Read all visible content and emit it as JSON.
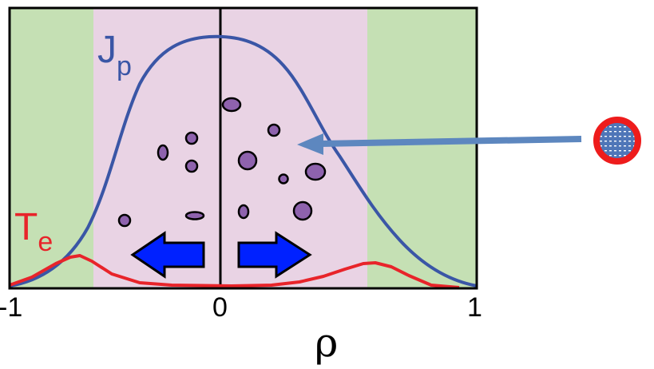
{
  "labels": {
    "current": "J",
    "current_sub": "p",
    "temperature": "T",
    "temperature_sub": "e",
    "x_axis": "ρ"
  },
  "ticks": [
    "-1",
    "0",
    "1"
  ],
  "regions": [
    "edge-left",
    "core",
    "edge-right"
  ],
  "colors": {
    "edge": "#c5e0b4",
    "core": "#e9d3e4",
    "current_curve": "#3a56a6",
    "temperature_curve": "#e8242a",
    "impurity": "#8e62ad",
    "arrow_inject": "#5d87bf",
    "arrow_expand": "#0021ff",
    "pellet_ring": "#ee1c1c",
    "pellet_fill": "#4f76b8"
  },
  "icons": {
    "left_arrow": "left-arrow-icon",
    "right_arrow": "right-arrow-icon",
    "pellet": "pellet-icon"
  }
}
